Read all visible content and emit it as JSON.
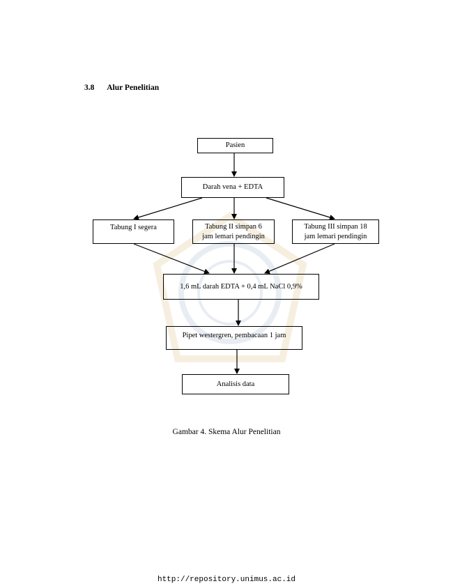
{
  "section": {
    "number": "3.8",
    "title": "Alur Penelitian"
  },
  "flowchart": {
    "pasien": "Pasien",
    "darah": "Darah vena + EDTA",
    "tabung1": "Tabung I segera",
    "tabung2_line1": "Tabung II simpan 6",
    "tabung2_line2": "jam lemari pendingin",
    "tabung3_line1": "Tabung III simpan 18",
    "tabung3_line2": "jam lemari pendingin",
    "campuran": "1,6 mL darah EDTA + 0,4 mL NaCl 0,9%",
    "pipet": "Pipet westergren, pembacaan 1 jam",
    "analisis": "Analisis data"
  },
  "caption": "Gambar 4. Skema Alur Penelitian",
  "footer": "http://repository.unimus.ac.id"
}
